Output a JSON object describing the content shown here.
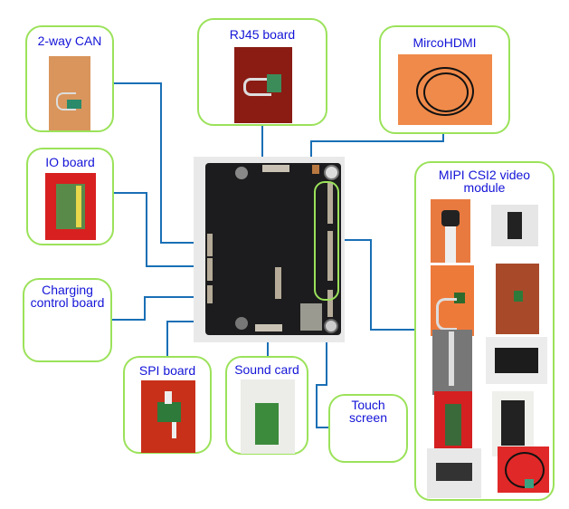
{
  "colors": {
    "box_border": "#9be25a",
    "label": "#1414d8",
    "connector_line": "#1a6fb5",
    "board": "#1c1c1e"
  },
  "modules": {
    "can": {
      "label": "2-way CAN"
    },
    "rj45": {
      "label": "RJ45 board"
    },
    "hdmi": {
      "label": "MircoHDMI"
    },
    "io": {
      "label": "IO board"
    },
    "charging": {
      "label": "Charging control board"
    },
    "spi": {
      "label": "SPI board"
    },
    "sound": {
      "label": "Sound card"
    },
    "touch": {
      "label": "Touch screen"
    },
    "mipi": {
      "label": "MIPI CSI2 video module"
    }
  }
}
